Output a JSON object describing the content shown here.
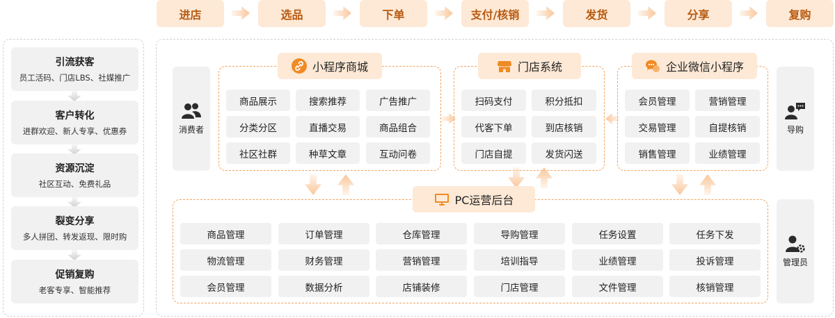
{
  "flow": [
    "进店",
    "选品",
    "下单",
    "支付/核销",
    "发货",
    "分享",
    "复购"
  ],
  "stages": [
    {
      "title": "引流获客",
      "desc": "员工活码、门店LBS、社媒推广"
    },
    {
      "title": "客户转化",
      "desc": "进群欢迎、新人专享、优惠券"
    },
    {
      "title": "资源沉淀",
      "desc": "社区互动、免费礼品"
    },
    {
      "title": "裂变分享",
      "desc": "多人拼团、转发返现、限时购"
    },
    {
      "title": "促销复购",
      "desc": "老客专享、智能推荐"
    }
  ],
  "roles": {
    "consumer": "消费者",
    "guide": "导购",
    "admin": "管理员"
  },
  "mini_mall": {
    "title": "小程序商城",
    "icon": "link-icon",
    "items": [
      "商品展示",
      "搜索推荐",
      "广告推广",
      "分类分区",
      "直播交易",
      "商品组合",
      "社区社群",
      "种草文章",
      "互动问卷"
    ]
  },
  "store_system": {
    "title": "门店系统",
    "icon": "store-icon",
    "items": [
      "扫码支付",
      "积分抵扣",
      "代客下单",
      "到店核销",
      "门店自提",
      "发货闪送"
    ]
  },
  "wecom": {
    "title": "企业微信小程序",
    "icon": "chat-icon",
    "items": [
      "会员管理",
      "营销管理",
      "交易管理",
      "自提核销",
      "销售管理",
      "业绩管理"
    ]
  },
  "pc_backend": {
    "title": "PC运营后台",
    "icon": "monitor-icon",
    "items": [
      "商品管理",
      "订单管理",
      "仓库管理",
      "导购管理",
      "任务设置",
      "任务下发",
      "物流管理",
      "财务管理",
      "营销管理",
      "培训指导",
      "业绩管理",
      "投诉管理",
      "会员管理",
      "数据分析",
      "店铺装修",
      "门店管理",
      "文件管理",
      "核销管理"
    ]
  },
  "colors": {
    "accent": "#f08a24",
    "header_bg": "#fde9d6",
    "cell_bg": "#f1f1f1",
    "role_icon": "#2b2b2b"
  }
}
